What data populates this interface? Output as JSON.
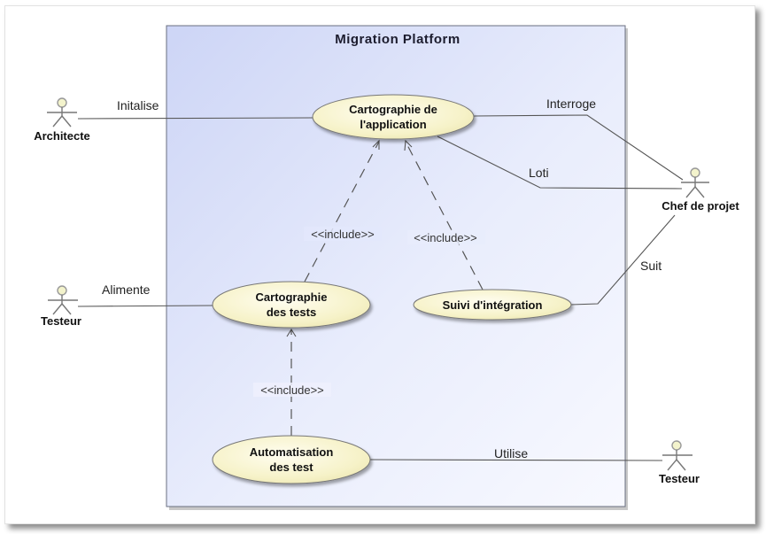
{
  "diagram": {
    "type": "UML use case diagram",
    "system_boundary": {
      "title": "Migration Platform"
    },
    "actors": [
      {
        "id": "architecte",
        "name": "Architecte"
      },
      {
        "id": "testeur_left",
        "name": "Testeur"
      },
      {
        "id": "chef_projet",
        "name": "Chef de projet"
      },
      {
        "id": "testeur_right",
        "name": "Testeur"
      }
    ],
    "use_cases": [
      {
        "id": "carto_app",
        "lines": [
          "Cartographie de",
          "l'application"
        ]
      },
      {
        "id": "carto_tests",
        "lines": [
          "Cartographie",
          "des tests"
        ]
      },
      {
        "id": "suivi",
        "lines": [
          "Suivi d'intégration"
        ]
      },
      {
        "id": "automatisation",
        "lines": [
          "Automatisation",
          "des test"
        ]
      }
    ],
    "associations": [
      {
        "from": "architecte",
        "to": "carto_app",
        "label": "Initalise"
      },
      {
        "from": "testeur_left",
        "to": "carto_tests",
        "label": "Alimente"
      },
      {
        "from": "carto_app",
        "to": "chef_projet",
        "label": "Interroge"
      },
      {
        "from": "carto_app",
        "to": "chef_projet",
        "label": "Loti"
      },
      {
        "from": "suivi",
        "to": "chef_projet",
        "label": "Suit"
      },
      {
        "from": "automatisation",
        "to": "testeur_right",
        "label": "Utilise"
      }
    ],
    "includes": [
      {
        "from": "carto_tests",
        "to": "carto_app",
        "label": "<<include>>"
      },
      {
        "from": "suivi",
        "to": "carto_app",
        "label": "<<include>>"
      },
      {
        "from": "automatisation",
        "to": "carto_tests",
        "label": "<<include>>"
      }
    ],
    "colors": {
      "boundary_top": "#cdd5f6",
      "boundary_bottom": "#f8f9ff",
      "use_case_fill": "#f7f4cf",
      "actor_head": "#f3f3cc",
      "line": "#555555"
    }
  }
}
